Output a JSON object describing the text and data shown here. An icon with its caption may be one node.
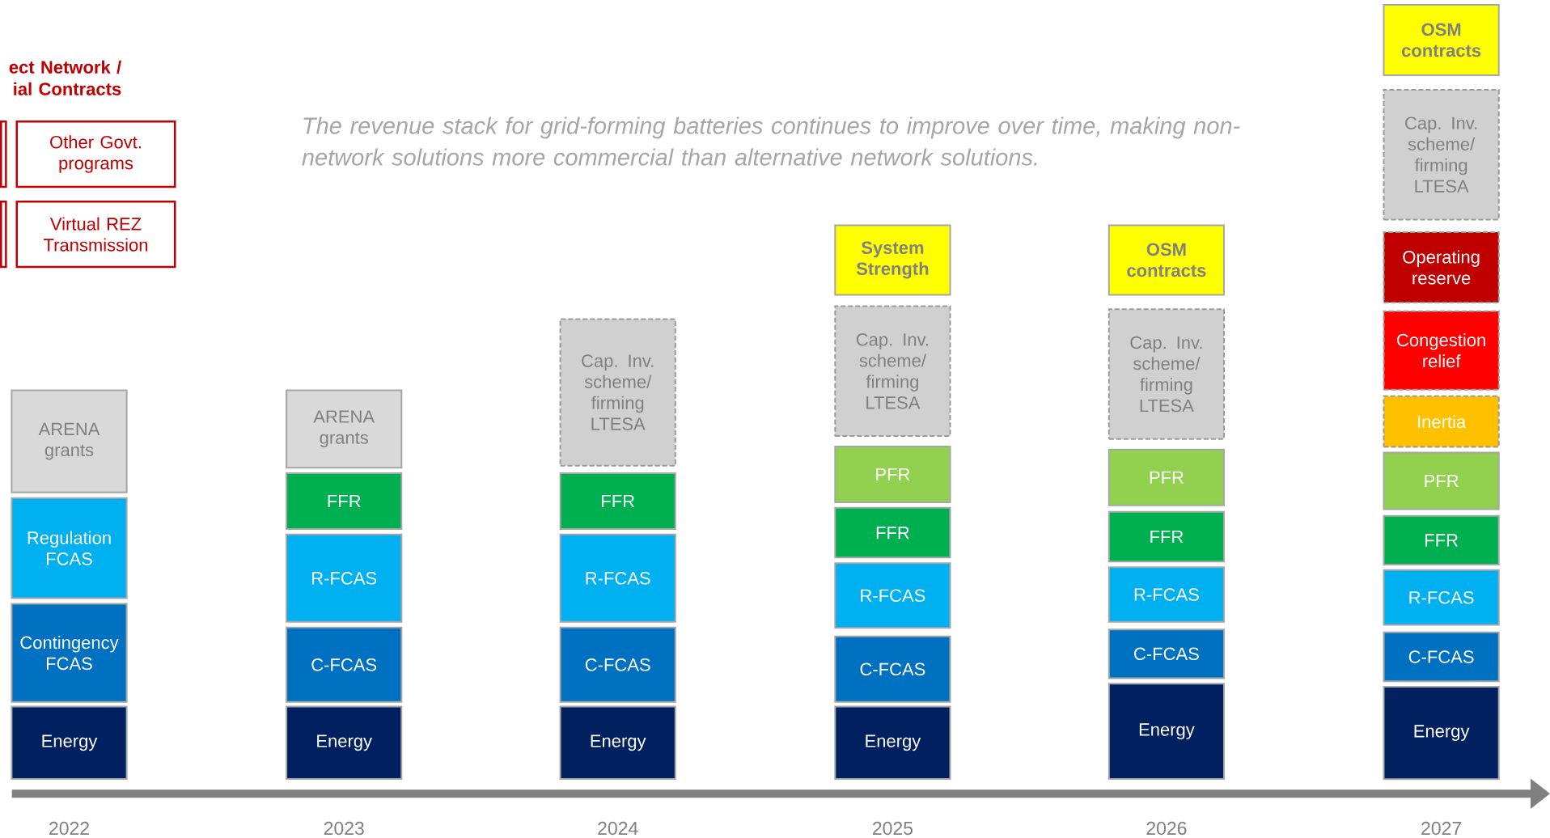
{
  "diagram": {
    "nodes": [
      {
        "text": [],
        "shape": "box"
      },
      {
        "text": [
          "Other Govt. programs"
        ]
      },
      {
        "text": [],
        "shape": "box"
      },
      {
        "text": [
          "Virtual REZ Transmission"
        ]
      },
      {
        "text": [
          "ARENA grants"
        ]
      },
      {
        "text": [
          "Regulation FCAS"
        ]
      },
      {
        "text": [
          "Contingency FCAS"
        ]
      },
      {
        "text": [
          "Energy"
        ]
      },
      {
        "text": [
          "ARENA grants"
        ]
      },
      {
        "text": [
          "FFR"
        ]
      },
      {
        "text": [
          "R-FCAS"
        ]
      },
      {
        "text": [
          "C-FCAS"
        ]
      },
      {
        "text": [
          "Energy"
        ]
      },
      {
        "text": [
          "Cap. Inv. scheme/ firming LTESA"
        ]
      },
      {
        "text": [
          "FFR"
        ]
      },
      {
        "text": [
          "R-FCAS"
        ]
      },
      {
        "text": [
          "C-FCAS"
        ]
      },
      {
        "text": [
          "Energy"
        ]
      },
      {
        "text": [
          "System Strength"
        ]
      },
      {
        "text": [
          "Cap. Inv. scheme/ firming LTESA"
        ]
      },
      {
        "text": [
          "PFR"
        ]
      },
      {
        "text": [
          "FFR"
        ]
      },
      {
        "text": [
          "R-FCAS"
        ]
      },
      {
        "text": [
          "C-FCAS"
        ]
      },
      {
        "text": [
          "Energy"
        ]
      },
      {
        "text": [
          "OSM contracts"
        ]
      },
      {
        "text": [
          "Cap. Inv. scheme/ firming LTESA"
        ]
      },
      {
        "text": [
          "PFR"
        ]
      },
      {
        "text": [
          "FFR"
        ]
      },
      {
        "text": [
          "R-FCAS"
        ]
      },
      {
        "text": [
          "C-FCAS"
        ]
      },
      {
        "text": [
          "Energy"
        ]
      },
      {
        "text": [
          "OSM contracts"
        ]
      },
      {
        "text": [
          "Cap. Inv. scheme/ firming LTESA"
        ]
      },
      {
        "text": [
          "Operating reserve"
        ]
      },
      {
        "text": [
          "Congestion relief"
        ]
      },
      {
        "text": [
          "Inertia"
        ]
      },
      {
        "text": [
          "PFR"
        ]
      },
      {
        "text": [
          "FFR"
        ]
      },
      {
        "text": [
          "R-FCAS"
        ]
      },
      {
        "text": [
          "C-FCAS"
        ]
      },
      {
        "text": [
          "Energy"
        ]
      }
    ],
    "labels": [
      "ect Network / ial Contracts",
      "The revenue stack for grid-forming batteries continues to improve over time, making non-network solutions more commercial than alternative network solutions.",
      "2022",
      "2023",
      "2024",
      "2025",
      "2026",
      "2027"
    ]
  }
}
